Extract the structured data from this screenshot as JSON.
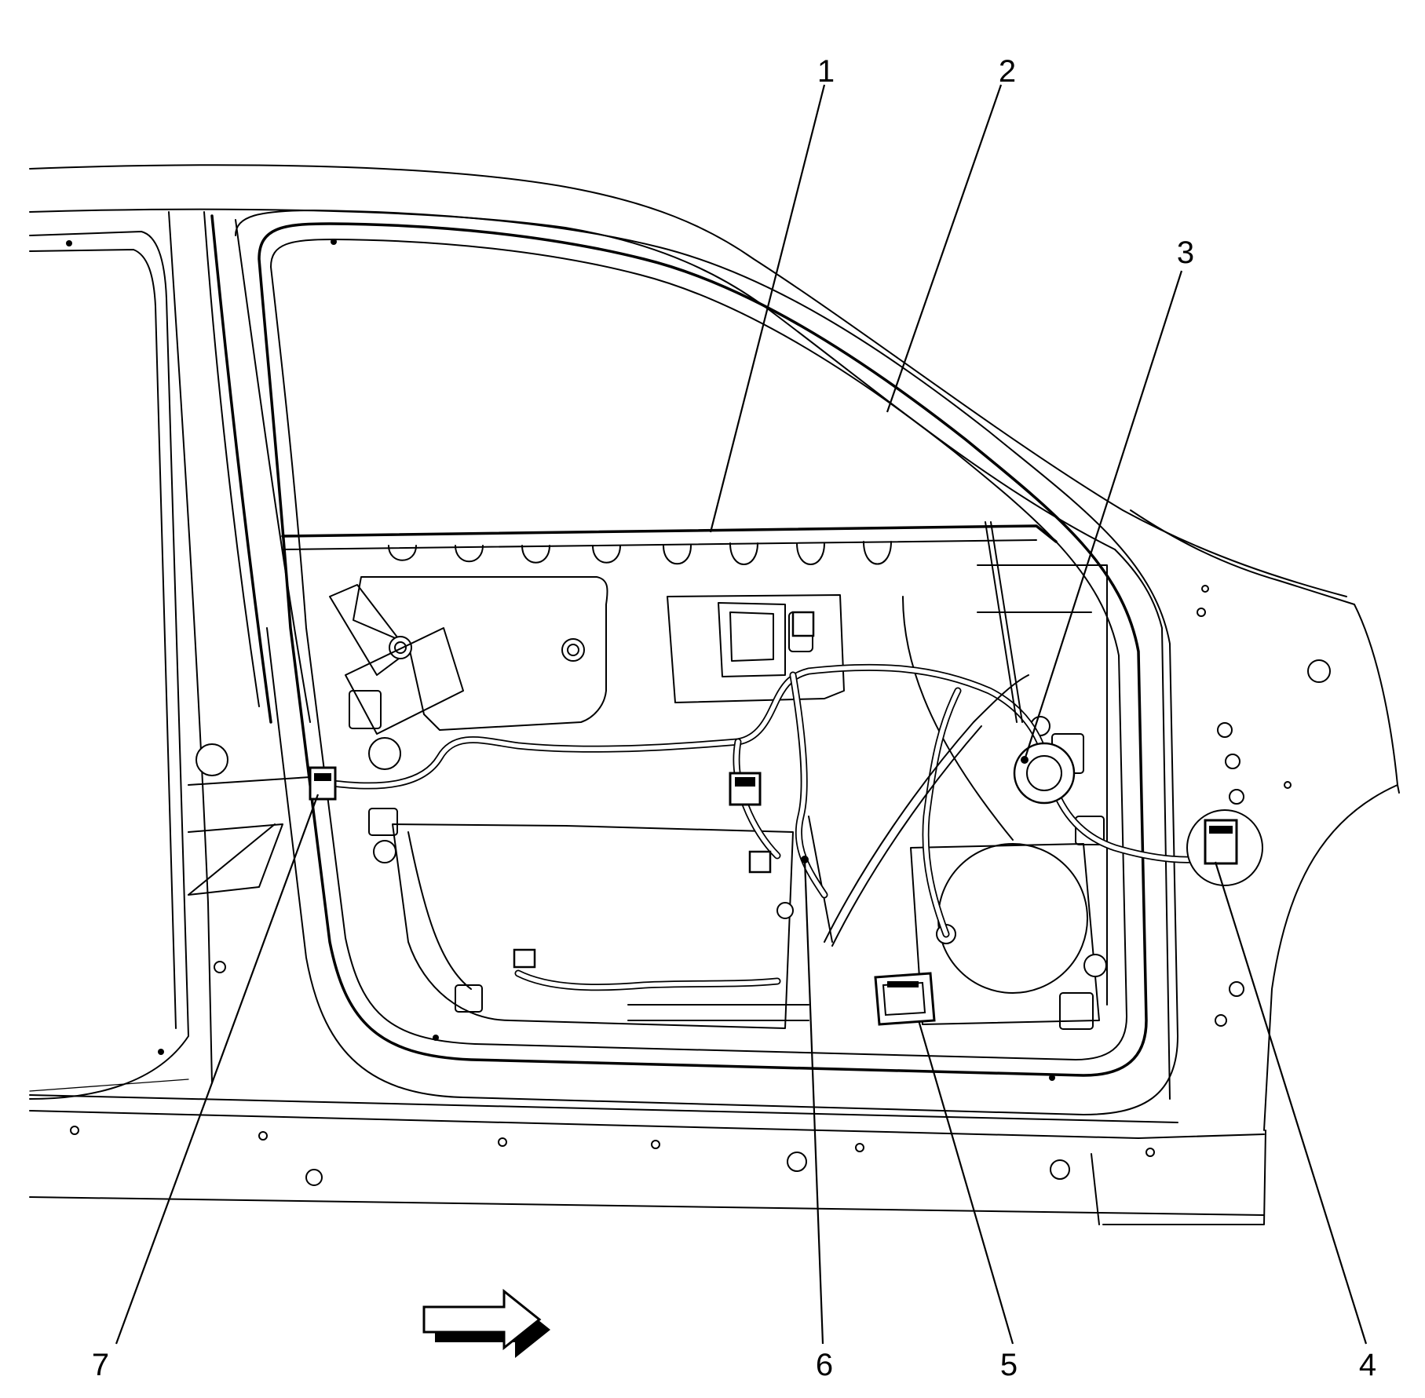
{
  "diagram": {
    "callouts": [
      {
        "id": "1",
        "label": "1"
      },
      {
        "id": "2",
        "label": "2"
      },
      {
        "id": "3",
        "label": "3"
      },
      {
        "id": "4",
        "label": "4"
      },
      {
        "id": "5",
        "label": "5"
      },
      {
        "id": "6",
        "label": "6"
      },
      {
        "id": "7",
        "label": "7"
      }
    ],
    "direction_arrow": "forward-arrow-icon",
    "colors": {
      "line": "#000000",
      "background": "#ffffff"
    }
  }
}
